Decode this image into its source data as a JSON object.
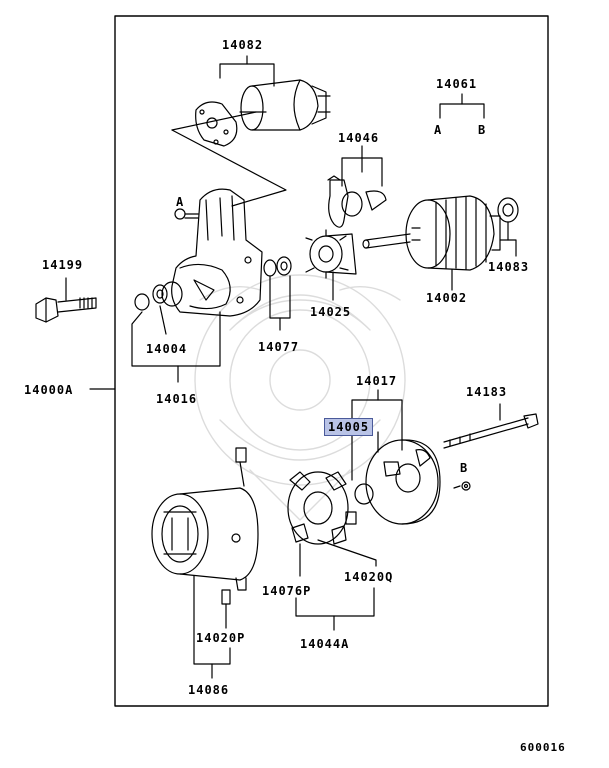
{
  "labels": {
    "p14082": "14082",
    "p14061": "14061",
    "a1": "A",
    "b1": "B",
    "p14046": "14046",
    "a2": "A",
    "p14199": "14199",
    "p14083": "14083",
    "p14002": "14002",
    "p14025": "14025",
    "p14077": "14077",
    "p14004": "14004",
    "p14016": "14016",
    "p14000A": "14000A",
    "p14017": "14017",
    "p14183": "14183",
    "p14005": "14005",
    "b2": "B",
    "p14020Q": "14020Q",
    "p14076P": "14076P",
    "p14044A": "14044A",
    "p14020P": "14020P",
    "p14086": "14086",
    "code": "600016"
  },
  "colors": {
    "highlight": "#b9c3e6",
    "line": "#000000"
  }
}
